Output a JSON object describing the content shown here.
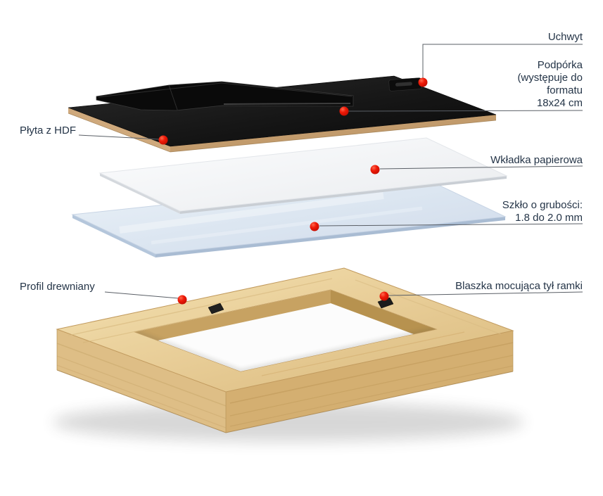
{
  "callouts": {
    "uchwyt": {
      "label": "Uchwyt"
    },
    "podporka": {
      "lines": [
        "Podpórka",
        "(występuje do",
        "formatu",
        "18x24 cm"
      ]
    },
    "plyta": {
      "label": "Płyta z HDF"
    },
    "wkladka": {
      "label": "Wkładka papierowa"
    },
    "szklo": {
      "lines": [
        "Szkło o grubości:",
        "1.8 do 2.0 mm"
      ]
    },
    "profil": {
      "label": "Profil drewniany"
    },
    "blaszka": {
      "label": "Blaszka mocująca tył ramki"
    }
  },
  "colors": {
    "callout_dot": "#ee1a08",
    "leader_line": "#5a5f66",
    "label_text": "#243447",
    "hdf_board": "#161616",
    "hdf_edge": "#cfa97c",
    "paper": "#f7f8fa",
    "glass": "#d9e3f0",
    "wood_light": "#f0dcab",
    "wood_dark": "#d4af71"
  }
}
